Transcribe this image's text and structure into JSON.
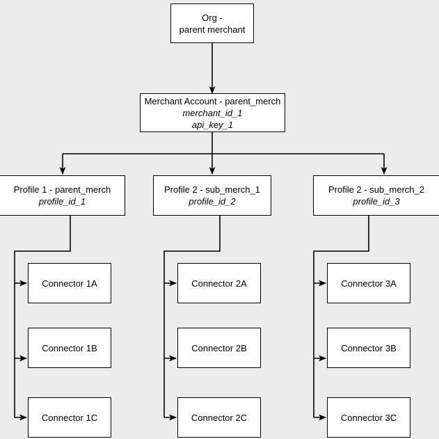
{
  "diagram": {
    "title": "Merchant hierarchy diagram",
    "background_color": "#ececec",
    "node_fill": "#ffffff",
    "node_stroke": "#000000",
    "edge_color": "#000000",
    "nodes": {
      "org": {
        "line1": "Org -\nparent merchant"
      },
      "merchant_account": {
        "line1": "Merchant Account - parent_merch",
        "line2": "merchant_id_1",
        "line3": "api_key_1"
      },
      "profile_1": {
        "line1": "Profile 1 - parent_merch",
        "line2": "profile_id_1"
      },
      "profile_2": {
        "line1": "Profile 2 - sub_merch_1",
        "line2": "profile_id_2"
      },
      "profile_3": {
        "line1": "Profile 2 - sub_merch_2",
        "line2": "profile_id_3"
      },
      "connector_1a": {
        "label": "Connector 1A"
      },
      "connector_1b": {
        "label": "Connector 1B"
      },
      "connector_1c": {
        "label": "Connector 1C"
      },
      "connector_2a": {
        "label": "Connector 2A"
      },
      "connector_2b": {
        "label": "Connector 2B"
      },
      "connector_2c": {
        "label": "Connector 2C"
      },
      "connector_3a": {
        "label": "Connector 3A"
      },
      "connector_3b": {
        "label": "Connector 3B"
      },
      "connector_3c": {
        "label": "Connector 3C"
      }
    }
  }
}
